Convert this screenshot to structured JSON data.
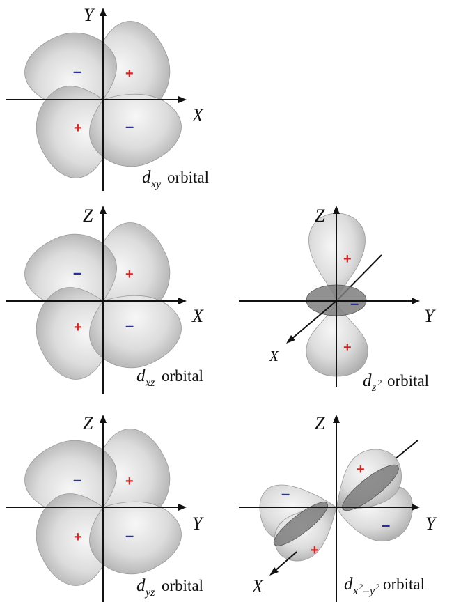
{
  "colors": {
    "plus": "#d42424",
    "minus": "#2b2f9a",
    "lobe": "#d9d9d9",
    "disk": "#7e7e7e"
  },
  "signs": {
    "plus": "+",
    "minus": "–"
  },
  "panels": {
    "dxy": {
      "vertical_axis": "Y",
      "horizontal_axis": "X",
      "caption": {
        "d": "d",
        "sub": "xy",
        "word": "orbital"
      }
    },
    "dxz": {
      "vertical_axis": "Z",
      "horizontal_axis": "X",
      "caption": {
        "d": "d",
        "sub": "xz",
        "word": "orbital"
      }
    },
    "dz2": {
      "vertical_axis": "Z",
      "horizontal_axis": "Y",
      "depth_axis": "X",
      "caption": {
        "d": "d",
        "sub": "z",
        "sup": "2",
        "word": "orbital"
      }
    },
    "dyz": {
      "vertical_axis": "Z",
      "horizontal_axis": "Y",
      "caption": {
        "d": "d",
        "sub": "yz",
        "word": "orbital"
      }
    },
    "dx2y2": {
      "vertical_axis": "Z",
      "horizontal_axis": "Y",
      "depth_axis": "X",
      "caption": {
        "d": "d",
        "sub_x": "x",
        "sup_a": "2",
        "dash": "–",
        "sub_y": "y",
        "sup_b": "2",
        "word": "orbital"
      }
    }
  }
}
